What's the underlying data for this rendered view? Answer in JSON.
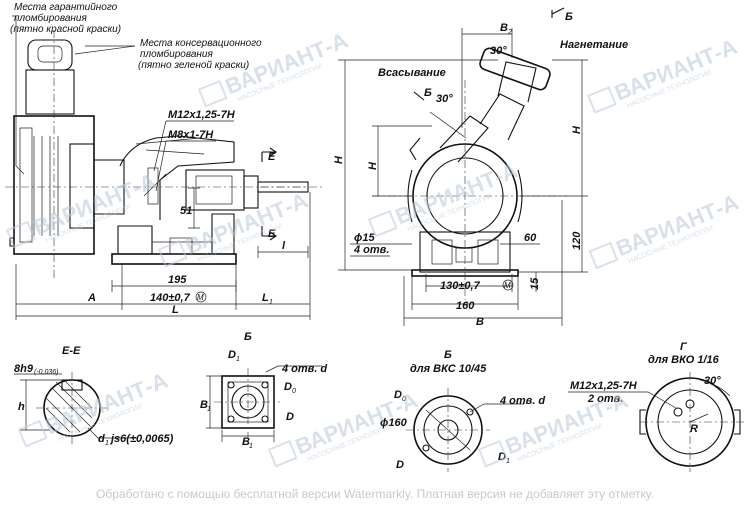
{
  "labels": {
    "warranty_seal_1": "Места гарантийного",
    "warranty_seal_2": "пломбирования",
    "warranty_seal_3": "(пятно красной краски)",
    "preserve_seal_1": "Места консервационного",
    "preserve_seal_2": "пломбирования",
    "preserve_seal_3": "(пятно зеленой краски)",
    "thread_m12": "M12x1,25-7H",
    "thread_m8": "M8x1-7H",
    "dim_51": "51",
    "section_e_top": "E",
    "section_e_bottom": "E",
    "dim_l_small": "l",
    "dim_195": "195",
    "dim_a": "A",
    "dim_140": "140±0,7",
    "circle_m": "M",
    "dim_l1": "L",
    "dim_l1_sub": "1",
    "dim_L": "L",
    "suction": "Всасывание",
    "discharge": "Нагнетание",
    "view_b_arrow_top": "Б",
    "view_b_arrow_mid": "Б",
    "dim_b2": "B",
    "dim_b2_sub": "2",
    "angle_30_top": "30°",
    "angle_30_mid": "30°",
    "dim_h": "H",
    "dim_h1": "H",
    "dim_h1_sub": "1",
    "dim_h2": "H",
    "dim_h2_sub": "2",
    "dim_120": "120",
    "dim_60": "60",
    "dim_15": "15",
    "dim_phi15": "ϕ15",
    "holes_4": "4 отв.",
    "dim_130": "130±0,7",
    "dim_160": "160",
    "dim_B": "B",
    "section_ee_title": "E-E",
    "dim_8h9": "8h9",
    "dim_8h9_tol": "(-0,036)",
    "dim_h_small": "h",
    "dim_d1": "d",
    "dim_d1_sub": "1",
    "dim_d1_tol": "js6(±0,0065)",
    "view_b_title": "Б",
    "view_b_d1": "D",
    "view_b_d1_sub": "1",
    "view_b_holes": "4 отв. d",
    "view_b_d0": "D",
    "view_b_d0_sub": "0",
    "view_b_d": "D",
    "view_b_b1": "B",
    "view_b_b1_sub": "1",
    "view_b_b1b": "B",
    "view_b_b1b_sub": "1",
    "view_b2_title": "Б",
    "view_b2_sub": "для  ВКС 10/45",
    "view_b2_d0": "D",
    "view_b2_d0_sub": "0",
    "view_b2_holes": "4 отв. d",
    "view_b2_phi160": "ϕ160",
    "view_b2_d": "D",
    "view_b2_d1": "D",
    "view_b2_d1_sub": "1",
    "view_g_title": "Г",
    "view_g_sub": "для ВКО 1/16",
    "view_g_thread": "M12x1,25-7H",
    "view_g_holes": "2 отв.",
    "view_g_angle": "30°",
    "view_g_r": "R"
  },
  "watermark": {
    "brand": "ВАРИАНТ-А",
    "tagline": "НАСОСНЫЕ ТЕХНОЛОГИИ"
  },
  "footer": "Обработано с помощью бесплатной версии Watermarkly. Платная версия не добавляет эту отметку."
}
